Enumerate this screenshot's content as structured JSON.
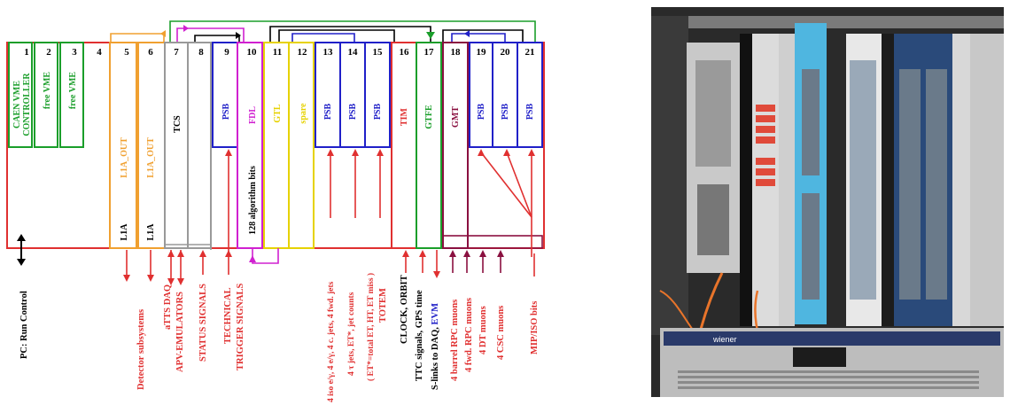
{
  "slots": [
    {
      "num": "1",
      "label": "CAEN VME CONTROLLER",
      "label_lines": [
        "CAEN VME",
        "CONTROLLER"
      ]
    },
    {
      "num": "2",
      "label": "free VME"
    },
    {
      "num": "3",
      "label": "free VME"
    },
    {
      "num": "4",
      "label": ""
    },
    {
      "num": "5",
      "label": "L1A_OUT",
      "bottom": "L1A"
    },
    {
      "num": "6",
      "label": "L1A_OUT",
      "bottom": "L1A"
    },
    {
      "num": "7",
      "label": "TCS"
    },
    {
      "num": "8",
      "label": ""
    },
    {
      "num": "9",
      "label": "PSB"
    },
    {
      "num": "10",
      "label": "FDL",
      "bottom": "128 algorithm bits"
    },
    {
      "num": "11",
      "label": "GTL"
    },
    {
      "num": "12",
      "label": "spare"
    },
    {
      "num": "13",
      "label": "PSB"
    },
    {
      "num": "14",
      "label": "PSB"
    },
    {
      "num": "15",
      "label": "PSB"
    },
    {
      "num": "16",
      "label": "TIM"
    },
    {
      "num": "17",
      "label": "GTFE"
    },
    {
      "num": "18",
      "label": "GMT"
    },
    {
      "num": "19",
      "label": "PSB"
    },
    {
      "num": "20",
      "label": "PSB"
    },
    {
      "num": "21",
      "label": "PSB"
    }
  ],
  "signals": {
    "pc": "PC: Run Control",
    "detector": "Detector  subsystems",
    "atts": "aTTS DAQ",
    "apv": "APV-EMULATORS",
    "status": "STATUS SIGNALS",
    "technical": "TECHNICAL",
    "trigger": "TRIGGER SIGNALS",
    "calo1": "4 iso e/γ, 4 e/γ, 4 c. jets, 4 fwd. jets",
    "calo2": "4 τ jets, ET*, jet counts",
    "calo3": "( ET*=total ET, HT, ET miss )",
    "totem": "TOTEM",
    "clock": "CLOCK, ORBIT",
    "ttc": "TTC signals, GPS time",
    "slinks": "S-links to DAQ,",
    "evm": "EVM",
    "rpc_barrel": "4 barrel RPC muons",
    "rpc_fwd": "4 fwd. RPC muons",
    "dt": "4 DT muons",
    "csc": "4 CSC muons",
    "mipiso": "MIP/ISO bits"
  },
  "photo_text": {
    "brand": "wiener"
  },
  "colors": {
    "green": "#1a9e2a",
    "orange": "#f0a030",
    "grey": "#999999",
    "blue": "#2020c8",
    "magenta": "#d020d0",
    "yellow": "#e6d200",
    "red": "#e03030",
    "darkred": "#8a1040",
    "black": "#000000"
  }
}
